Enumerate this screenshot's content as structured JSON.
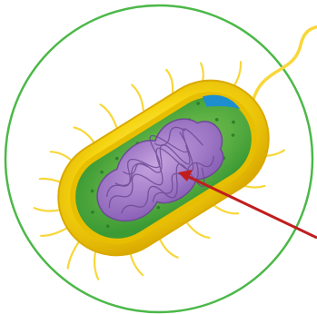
{
  "diagram": {
    "subject": "bacterium-cross-section",
    "parts": [
      {
        "id": "frame-circle",
        "icon": "circle-frame"
      },
      {
        "id": "cell-wall",
        "icon": "capsule-shape"
      },
      {
        "id": "cytoplasm",
        "icon": "dotted-fill"
      },
      {
        "id": "nucleoid",
        "icon": "tangled-dna"
      },
      {
        "id": "plasmid-patch",
        "icon": "blue-patch"
      },
      {
        "id": "flagellum",
        "icon": "long-tail"
      },
      {
        "id": "pili",
        "icon": "short-hairs"
      },
      {
        "id": "pointer-arrow",
        "icon": "red-arrow"
      }
    ],
    "colors": {
      "frame": "#4cb848",
      "cell_wall": "#f5d410",
      "cell_wall_shadow": "#d9a900",
      "membrane": "#e8bf00",
      "cytoplasm": "#4caa3c",
      "cytoplasm_light": "#8ccf5a",
      "nucleoid": "#a077c4",
      "nucleoid_dark": "#6c4b94",
      "plasmid": "#1d8fcf",
      "flagellum": "#f8d73a",
      "arrow": "#c01e1e"
    }
  }
}
